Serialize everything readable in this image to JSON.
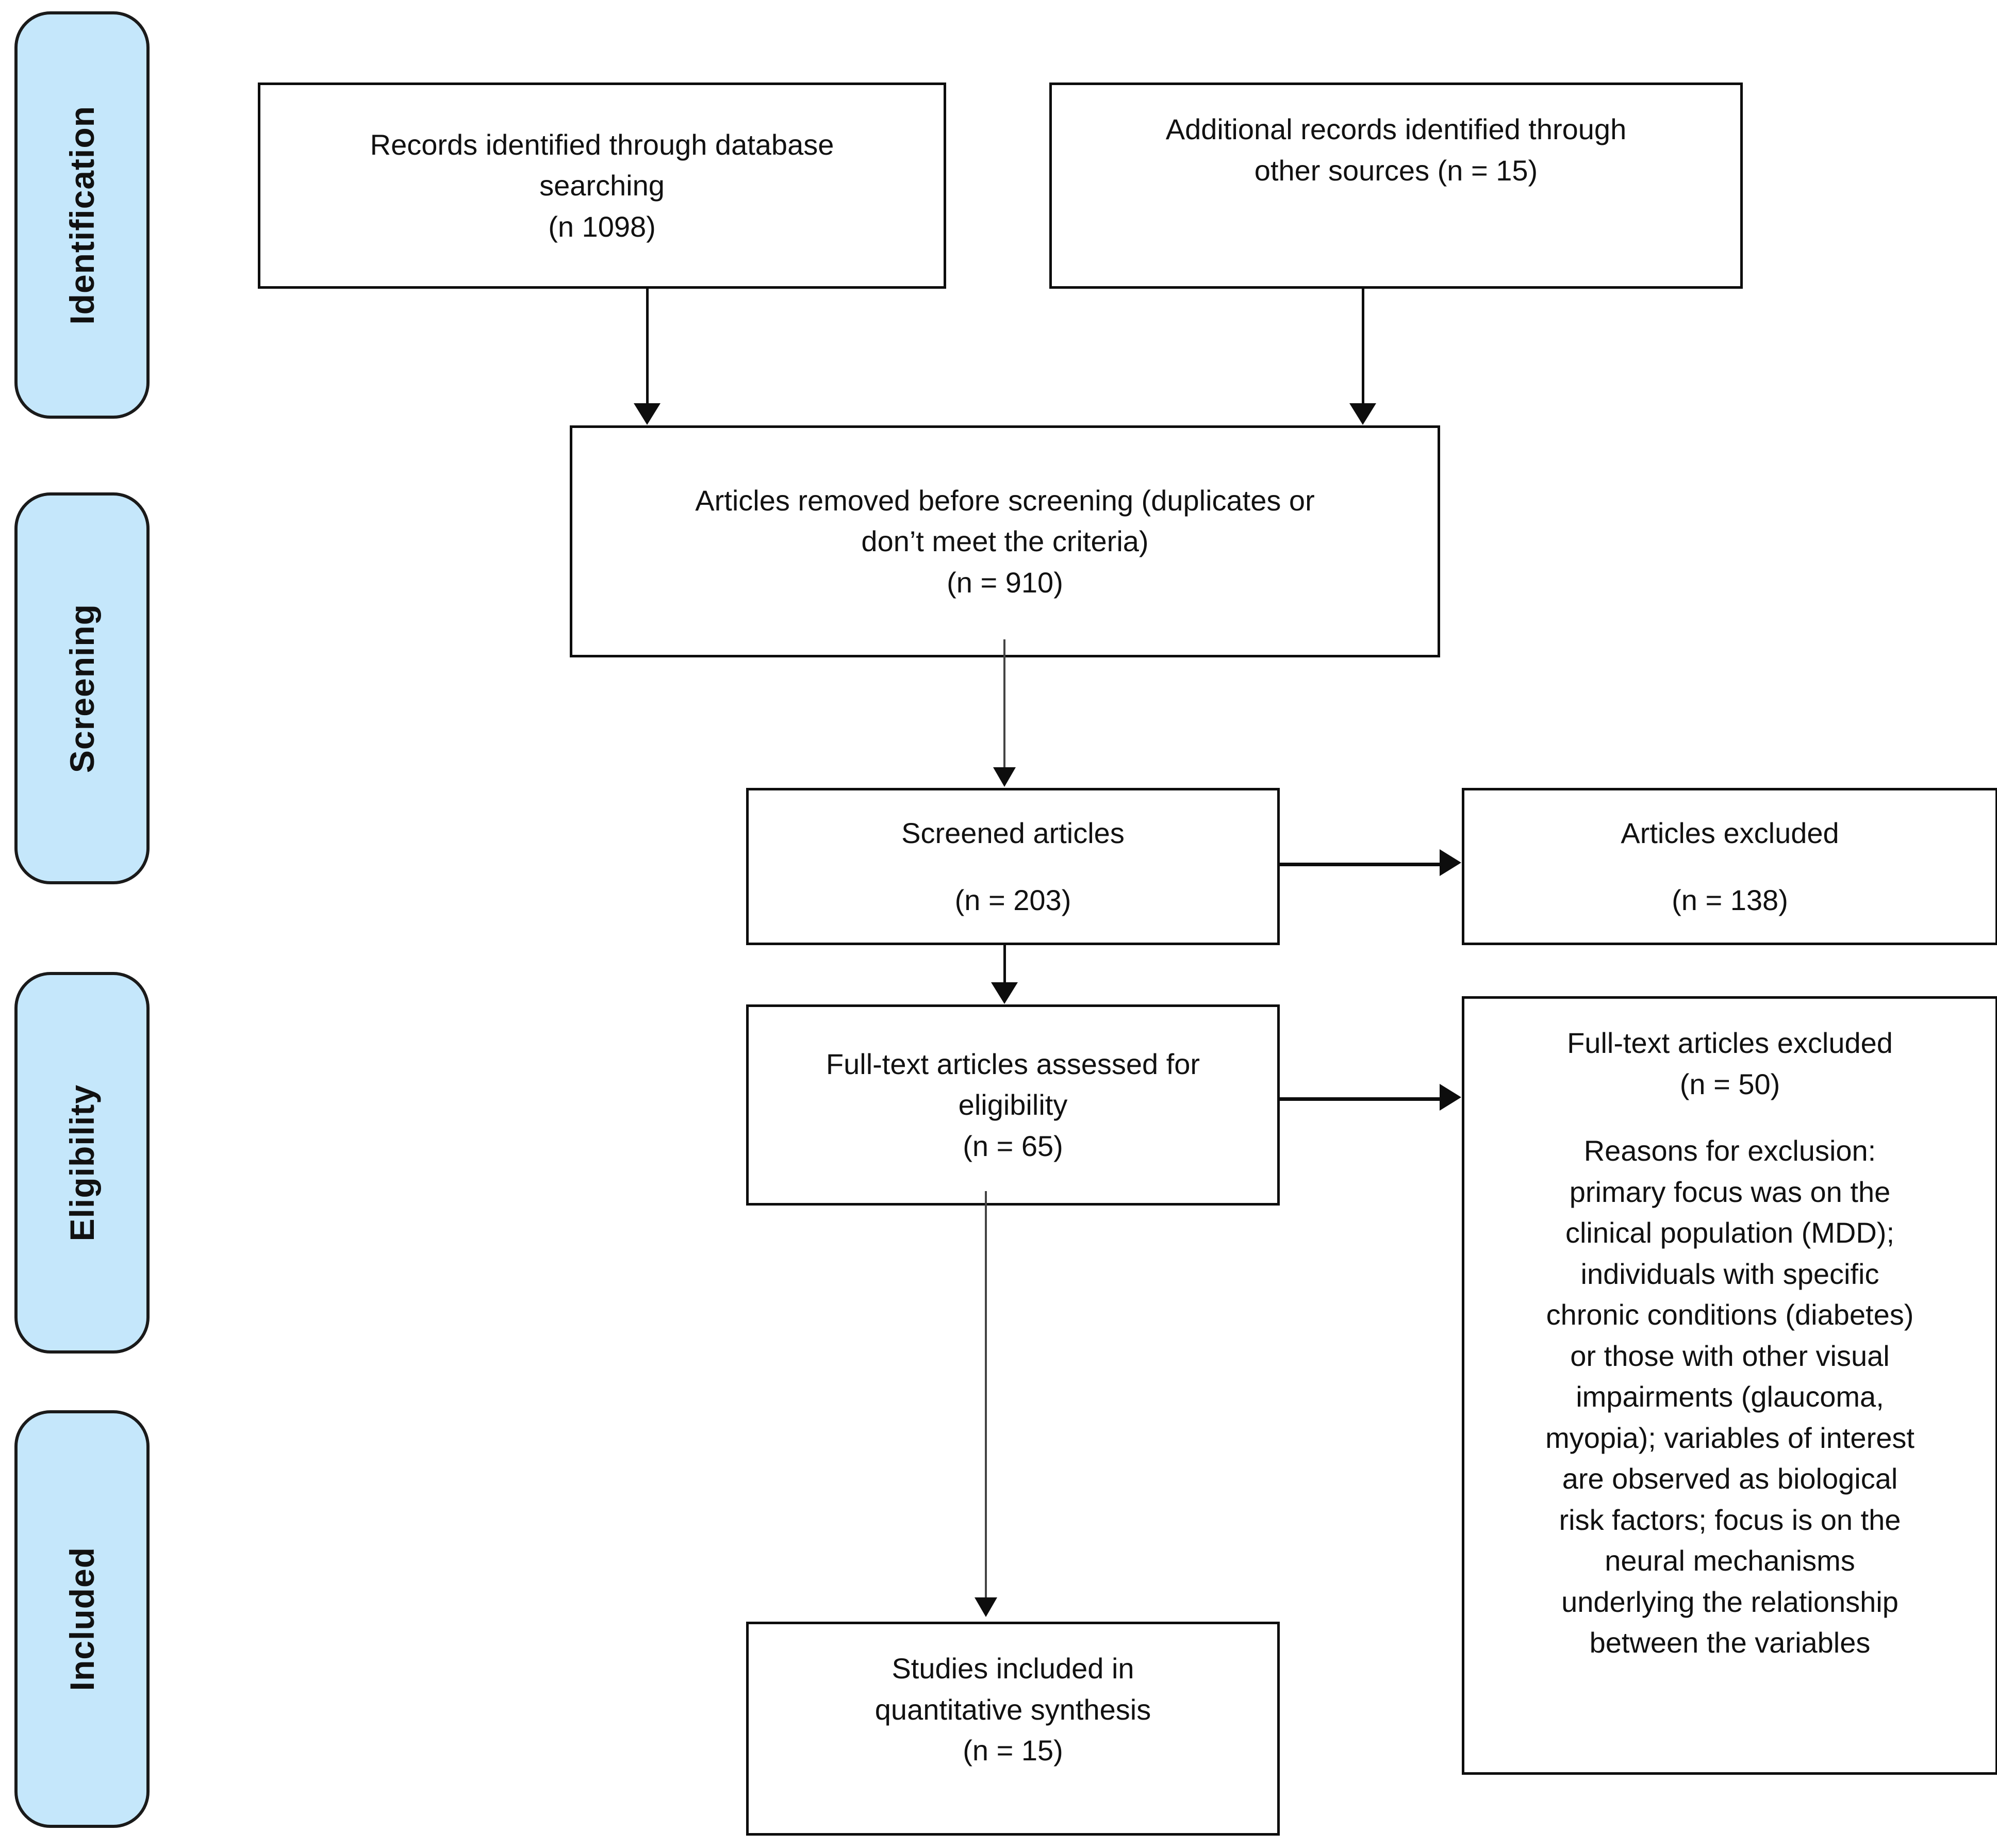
{
  "diagram": {
    "title": "PRISMA flow diagram",
    "accent_color": "#c5e7fb",
    "line_color": "#0d0d0d"
  },
  "stages": [
    {
      "id": "identification",
      "label": "Identification"
    },
    {
      "id": "screening",
      "label": "Screening"
    },
    {
      "id": "eligibility",
      "label": "Eligibility"
    },
    {
      "id": "included",
      "label": "Included"
    }
  ],
  "boxes": {
    "records_database": {
      "line1": "Records identified through database",
      "line2": "searching",
      "line3": "(n 1098)"
    },
    "records_other": {
      "line1": "Additional records identified through",
      "line2": "other sources (n = 15)"
    },
    "removed_before_screening": {
      "line1": "Articles removed before screening (duplicates or",
      "line2": "don’t meet the criteria)",
      "line3": "(n = 910)"
    },
    "screened_articles": {
      "line1": "Screened articles",
      "line2": "(n = 203)"
    },
    "articles_excluded": {
      "line1": "Articles excluded",
      "line2": "(n = 138)"
    },
    "fulltext_assessed": {
      "line1": "Full-text articles assessed for",
      "line2": "eligibility",
      "line3": "(n = 65)"
    },
    "fulltext_excluded": {
      "line1": "Full-text articles excluded",
      "line2": "(n = 50)",
      "line3": "Reasons for exclusion:",
      "line4": "primary focus was on the",
      "line5": "clinical population (MDD);",
      "line6": "individuals with specific",
      "line7": "chronic conditions (diabetes)",
      "line8": "or those with other visual",
      "line9": "impairments (glaucoma,",
      "line10": "myopia); variables of interest",
      "line11": "are observed as biological",
      "line12": "risk factors; focus is on the",
      "line13": "neural mechanisms",
      "line14": "underlying the relationship",
      "line15": "between the variables"
    },
    "studies_included": {
      "line1": "Studies included in",
      "line2": "quantitative synthesis",
      "line3": "(n = 15)"
    }
  }
}
